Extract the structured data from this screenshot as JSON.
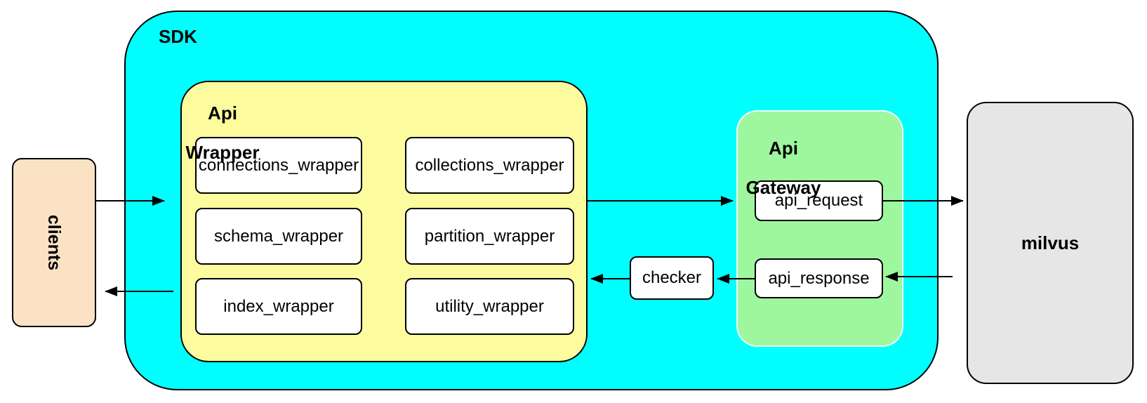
{
  "colors": {
    "sdk_fill": "#00FFFF",
    "api_wrapper_fill": "#FCFC9E",
    "api_gateway_fill": "#9EF79E",
    "clients_fill": "#FBE2C5",
    "milvus_fill": "#E6E6E6",
    "node_fill": "#FFFFFF",
    "border": "#000000"
  },
  "nodes": {
    "sdk": "SDK",
    "clients": "clients",
    "api_wrapper": [
      "Api",
      "Wrapper"
    ],
    "api_gateway": [
      "Api",
      "Gateway"
    ],
    "wrappers": [
      "connections_wrapper",
      "collections_wrapper",
      "schema_wrapper",
      "partition_wrapper",
      "index_wrapper",
      "utility_wrapper"
    ],
    "api_request": "api_request",
    "api_response": "api_response",
    "checker": "checker",
    "milvus": "milvus"
  },
  "edges": [
    {
      "from": "clients",
      "to": "sdk"
    },
    {
      "from": "sdk",
      "to": "clients"
    },
    {
      "from": "api_wrapper",
      "to": "api_gateway"
    },
    {
      "from": "api_request",
      "to": "milvus"
    },
    {
      "from": "milvus",
      "to": "api_response"
    },
    {
      "from": "api_response",
      "to": "checker"
    },
    {
      "from": "checker",
      "to": "api_wrapper"
    }
  ]
}
